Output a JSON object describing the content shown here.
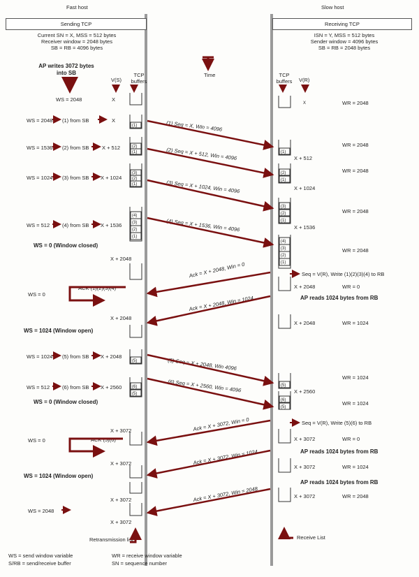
{
  "hosts": {
    "fast_label": "Fast host",
    "slow_label": "Slow host",
    "sending_box": "Sending TCP",
    "receiving_box": "Receiving TCP"
  },
  "sender_params": [
    "Current SN = X, MSS = 512 bytes",
    "Receiver window = 2048 bytes",
    "SB = RB = 4096 bytes"
  ],
  "receiver_params": [
    "ISN = Y, MSS = 512 bytes",
    "Sender window = 4096 bytes",
    "SB = RB = 2048 bytes"
  ],
  "time_label": "Time",
  "ap_writes": [
    "AP writes 3072 bytes",
    "into SB"
  ],
  "col_heads": {
    "vs": "V(S)",
    "tcp_buffers_s": [
      "TCP",
      "buffers"
    ],
    "tcp_buffers_r": [
      "TCP",
      "buffers"
    ],
    "vr": "V(R)"
  },
  "sender_rows": [
    {
      "ws": "WS = 2048",
      "action": "",
      "vs": "X"
    },
    {
      "ws": "WS = 2048",
      "action": "(1) from SB",
      "vs": "X"
    },
    {
      "ws": "WS = 1536",
      "action": "(2) from SB",
      "vs": "X + 512"
    },
    {
      "ws": "WS = 1024",
      "action": "(3) from SB",
      "vs": "X + 1024"
    },
    {
      "ws": "WS = 512",
      "action": "(4) from SB",
      "vs": "X + 1536"
    },
    {
      "ws": "WS = 1024",
      "action": "(5) from SB",
      "vs": "X + 2048"
    },
    {
      "ws": "WS = 512",
      "action": "(6) from SB",
      "vs": "X + 2560"
    }
  ],
  "sender_events": {
    "closed1": "WS = 0  (Window closed)",
    "x2048a": "X + 2048",
    "ws0a": "WS = 0",
    "ack1234": "ACK (1)(2)(3)(4)",
    "x2048b": "X + 2048",
    "open1": "WS = 1024  (Window open)",
    "closed2": "WS = 0  (Window closed)",
    "x3072a": "X + 3072",
    "ws0b": "WS = 0",
    "ack56": "ACK (5)(6)",
    "x3072b": "X + 3072",
    "open2": "WS = 1024  (Window open)",
    "x3072c": "X + 3072",
    "ws2048": "WS = 2048",
    "x3072d": "X + 3072",
    "retrans": "Retransmission list"
  },
  "segments": [
    "(1) Seq = X, Win = 4096",
    "(2) Seq = X + 512, Win = 4096",
    "(3) Seq = X + 1024, Win = 4096",
    "(4) Seq = X + 1536, Win = 4096",
    "Ack = X + 2048, Win = 0",
    "Ack = X + 2048, Win = 1024",
    "(5) Seq = X + 2048, Win 4096",
    "(6) Seq = X + 2560, Win = 4096",
    "Ack = X + 3072, Win = 0",
    "Ack = X + 3072, Win = 1024",
    "Ack = X + 3072, Win = 2048"
  ],
  "receiver_rows": [
    "WR = 2048",
    "X + 512",
    "WR = 2048",
    "X + 1024",
    "WR = 2048",
    "X + 1536",
    "WR = 2048",
    "Seq = V(R), Write (1)(2)(3)(4) to RB",
    "X + 2048",
    "WR = 0",
    "AP reads 1024 bytes from RB",
    "X + 2048",
    "WR = 1024",
    "WR = 1024",
    "X + 2560",
    "WR = 1024",
    "Seq = V(R), Write (5)(6) to RB",
    "X + 3072",
    "WR = 0",
    "AP reads 1024 bytes from RB",
    "X + 3072",
    "WR = 1024",
    "AP reads 1024 bytes from RB",
    "X + 3072",
    "WR = 2048",
    "Receive List"
  ],
  "legend": [
    "WS = send window variable",
    "S/RB = send/receive buffer",
    "WR = receive window variable",
    "SN = sequence number"
  ]
}
